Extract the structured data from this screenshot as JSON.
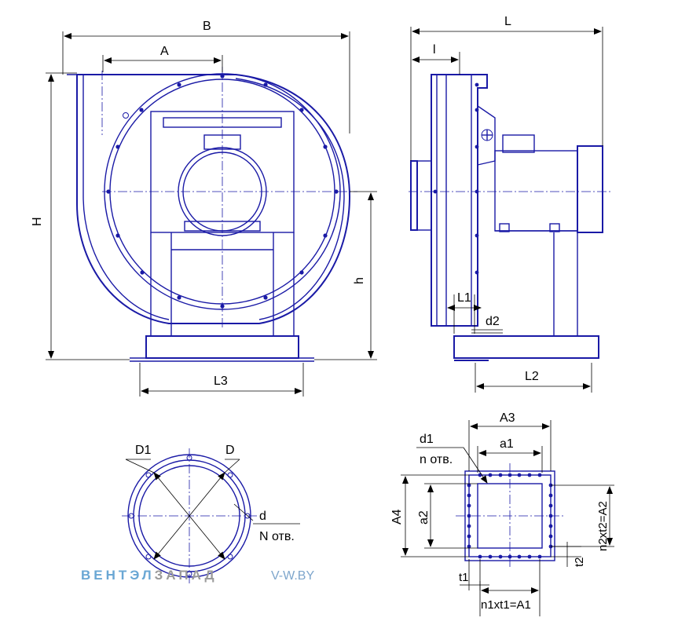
{
  "labels": {
    "B": "B",
    "A": "A",
    "H": "H",
    "h": "h",
    "L3": "L3",
    "L": "L",
    "l": "l",
    "L1": "L1",
    "d2": "d2",
    "L2": "L2",
    "D1": "D1",
    "D": "D",
    "d": "d",
    "N_holes": "N отв.",
    "A3": "A3",
    "d1": "d1",
    "n_holes": "n отв.",
    "a1": "a1",
    "A4": "A4",
    "a2": "a2",
    "n2t2": "n2xt2=A2",
    "t2": "t2",
    "t1": "t1",
    "n1t1": "n1xt1=A1"
  },
  "watermark": {
    "brand_part1": "ВЕНТЭЛ",
    "brand_part2": "ЗАПАД",
    "site": "V-W.BY"
  },
  "colors": {
    "line": "#1a1aa6",
    "dimension": "#000000",
    "brand_blue": "#6aa7d4",
    "brand_grey": "#9a9a9a"
  }
}
